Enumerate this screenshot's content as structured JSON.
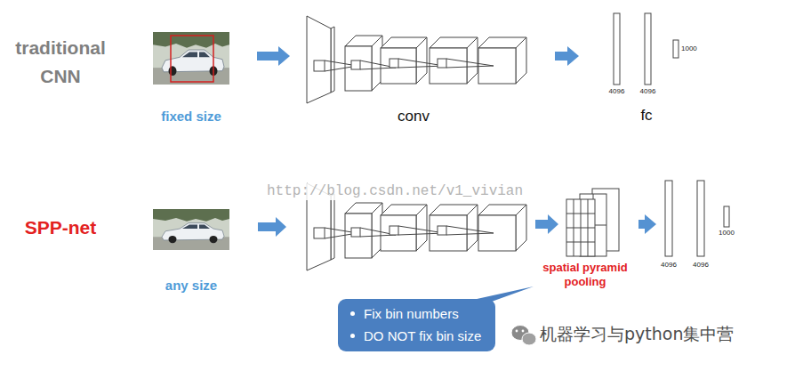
{
  "diagram": {
    "nodes": [
      {
        "text": [
          "fixed size"
        ]
      },
      {
        "text": [
          "conv"
        ]
      },
      {
        "text": [
          "fc",
          "4096",
          "4096",
          "1000"
        ]
      },
      {
        "text": [
          "any size"
        ]
      },
      {
        "text": [
          "spatial pyramid pooling"
        ]
      },
      {
        "text": [
          "4096",
          "4096",
          "1000"
        ]
      },
      {
        "text": [
          "Fix bin numbers",
          "DO NOT fix bin size"
        ]
      }
    ],
    "edges": [
      {
        "from": 0,
        "to": 1,
        "arrow": "to"
      },
      {
        "from": 1,
        "to": 2,
        "arrow": "to"
      },
      {
        "from": 4,
        "to": 5,
        "arrow": "to"
      }
    ],
    "labels": [
      "traditional CNN",
      "SPP-net",
      "http://blog.csdn.net/v1_vivian",
      "机器学习与python集中营"
    ]
  }
}
